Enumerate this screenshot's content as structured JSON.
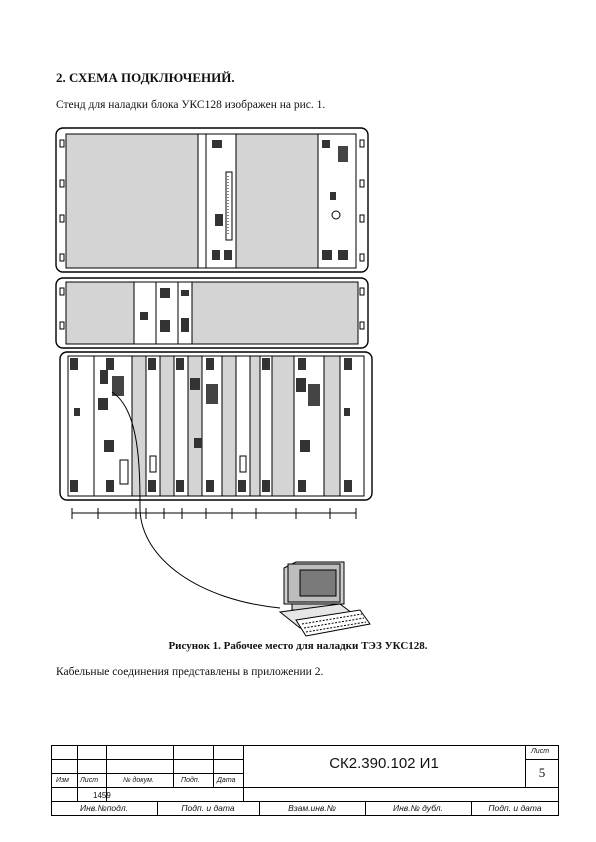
{
  "section_heading": "2. СХЕМА ПОДКЛЮЧЕНИЙ.",
  "intro_text": "Стенд для наладки блока УКС128 изображен на рис. 1.",
  "figure_caption": "Рисунок 1.  Рабочее место для наладки ТЭЗ УКС128.",
  "outro_text": "Кабельные соединения представлены в приложении 2.",
  "title_block": {
    "document_code": "СК2.390.102 И1",
    "sheet_label": "Лист",
    "sheet_number": "5",
    "change_labels": [
      "Изм",
      "Лист",
      "№ докум.",
      "Подп.",
      "Дата"
    ],
    "inventory_value": "1459",
    "bottom_labels": [
      "Инв.№подл.",
      "Подп. и дата",
      "Взам.инв.№",
      "Инв.№ дубл.",
      "Подп. и дата"
    ]
  }
}
